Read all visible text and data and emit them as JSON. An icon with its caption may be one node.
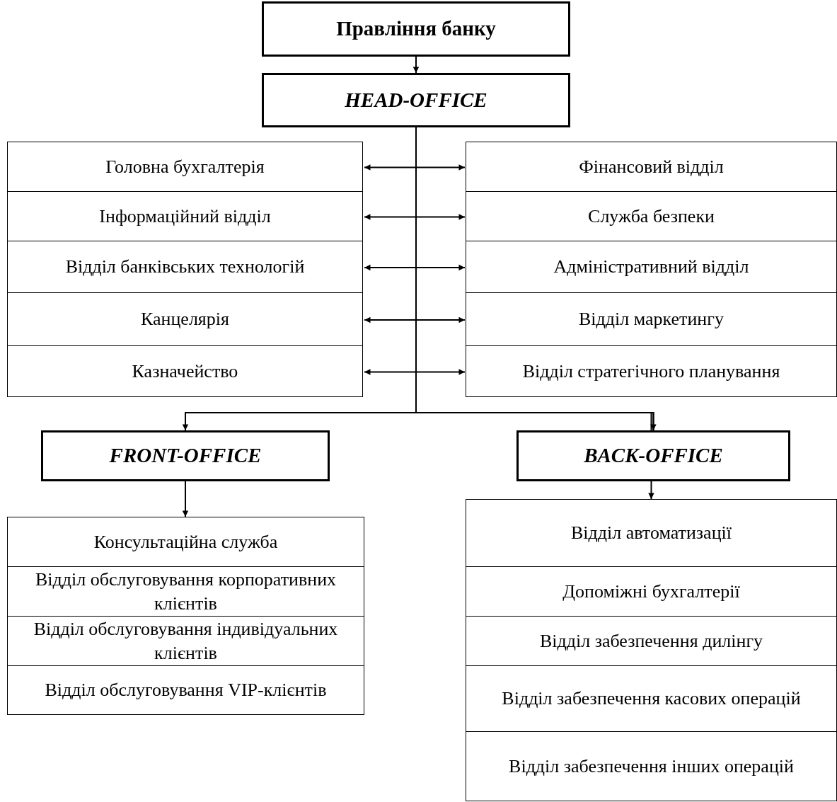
{
  "diagram": {
    "nodes": [
      {
        "text": [
          "Правління банку"
        ]
      },
      {
        "text": [
          "HEAD-OFFICE"
        ]
      },
      {
        "text": [
          "Головна бухгалтерія"
        ]
      },
      {
        "text": [
          "Інформаційний відділ"
        ]
      },
      {
        "text": [
          "Відділ банківських технологій"
        ]
      },
      {
        "text": [
          "Канцелярія"
        ]
      },
      {
        "text": [
          "Казначейство"
        ]
      },
      {
        "text": [
          "Фінансовий відділ"
        ]
      },
      {
        "text": [
          "Служба безпеки"
        ]
      },
      {
        "text": [
          "Адміністративний відділ"
        ]
      },
      {
        "text": [
          "Відділ маркетингу"
        ]
      },
      {
        "text": [
          "Відділ стратегічного планування"
        ]
      },
      {
        "text": [
          "FRONT-OFFICE"
        ]
      },
      {
        "text": [
          "BACK-OFFICE"
        ]
      },
      {
        "text": [
          "Консультаційна служба"
        ]
      },
      {
        "text": [
          "Відділ обслуговування корпоративних клієнтів"
        ]
      },
      {
        "text": [
          "Відділ обслуговування індивідуальних клієнтів"
        ]
      },
      {
        "text": [
          "Відділ обслуговування VIP-клієнтів"
        ]
      },
      {
        "text": [
          "Відділ автоматизації"
        ]
      },
      {
        "text": [
          "Допоміжні бухгалтерії"
        ]
      },
      {
        "text": [
          "Відділ забезпечення дилінгу"
        ]
      },
      {
        "text": [
          "Відділ забезпечення касових операцій"
        ]
      },
      {
        "text": [
          "Відділ забезпечення інших операцій"
        ]
      }
    ],
    "edges": [
      {
        "from": 0,
        "to": 1,
        "arrow": "to"
      },
      {
        "from": 1,
        "to": 12,
        "arrow": "to"
      },
      {
        "from": 1,
        "to": 13,
        "arrow": "to"
      },
      {
        "from": 2,
        "to": 7,
        "arrow": "both"
      },
      {
        "from": 3,
        "to": 8,
        "arrow": "both"
      },
      {
        "from": 4,
        "to": 9,
        "arrow": "both"
      },
      {
        "from": 5,
        "to": 10,
        "arrow": "both"
      },
      {
        "from": 6,
        "to": 11,
        "arrow": "both"
      },
      {
        "from": 12,
        "to": 14,
        "arrow": "to"
      },
      {
        "from": 13,
        "to": 18,
        "arrow": "to"
      }
    ]
  }
}
